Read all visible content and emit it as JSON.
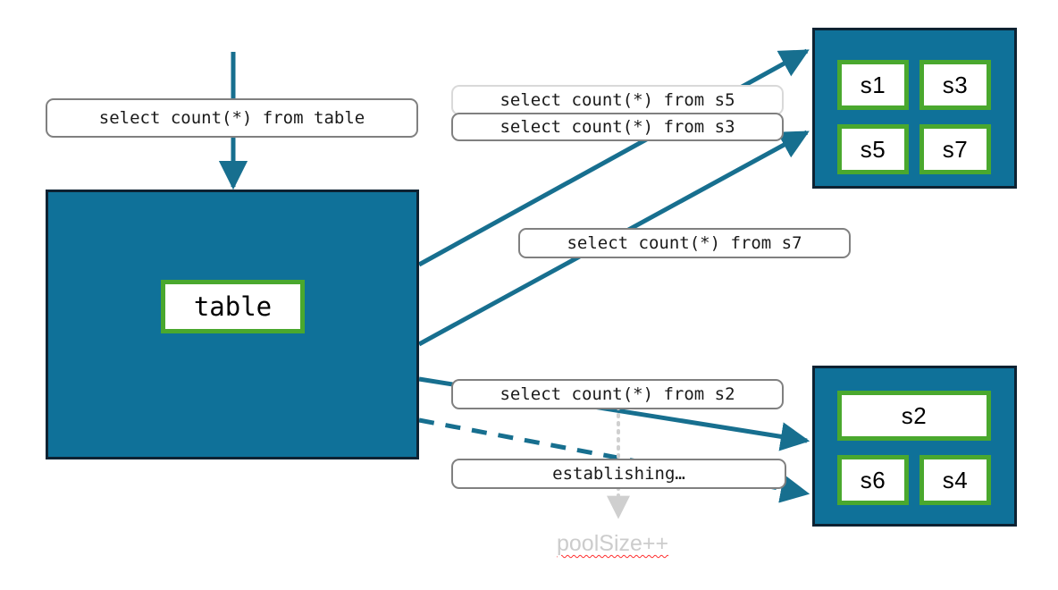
{
  "diagram": {
    "title": "connection pool sharded query routing",
    "colors": {
      "shard_fill": "#0f7199",
      "shard_border": "#0d2232",
      "node_border": "#4aa82e",
      "node_fill": "#ffffff",
      "edge": "#176f8f",
      "label_border": "#808080",
      "label_border_muted": "#d9d9d9",
      "note_text": "#cccccc",
      "spellcheck_underline": "#ff2d2d",
      "dotted_guide": "#d0d0d0"
    },
    "entry_query_label": "select count(*) from table",
    "table_node_label": "table",
    "queries": [
      {
        "id": "q-s5",
        "text": "select count(*) from s5",
        "muted": true
      },
      {
        "id": "q-s3",
        "text": "select count(*) from s3",
        "muted": false
      },
      {
        "id": "q-s7",
        "text": "select count(*) from s7",
        "muted": false
      },
      {
        "id": "q-s2",
        "text": "select count(*) from s2",
        "muted": false
      },
      {
        "id": "q-establishing",
        "text": "establishing…",
        "muted": false
      }
    ],
    "pool_note": "poolSize++",
    "shards": [
      {
        "id": "shard-top",
        "nodes": [
          {
            "label": "s1"
          },
          {
            "label": "s3"
          },
          {
            "label": "s5"
          },
          {
            "label": "s7"
          }
        ]
      },
      {
        "id": "shard-bottom",
        "nodes": [
          {
            "label": "s2"
          },
          {
            "label": "s6"
          },
          {
            "label": "s4"
          }
        ]
      }
    ]
  }
}
